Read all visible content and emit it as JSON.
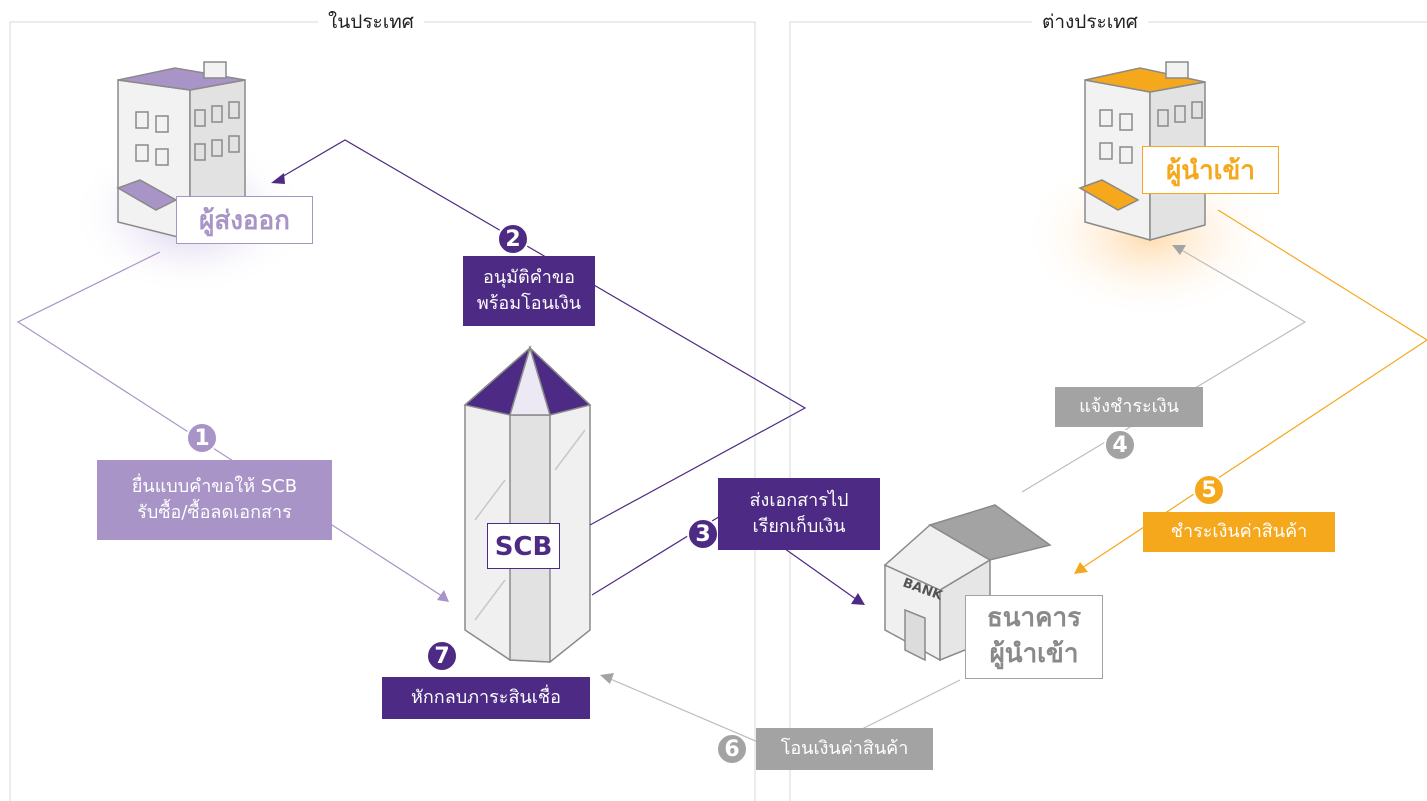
{
  "regions": {
    "domestic": "ในประเทศ",
    "overseas": "ต่างประเทศ"
  },
  "actors": {
    "exporter": "ผู้ส่งออก",
    "importer": "ผู้นำเข้า",
    "scb": "SCB",
    "importer_bank_line1": "ธนาคาร",
    "importer_bank_line2": "ผู้นำเข้า",
    "bank_sign": "BANK"
  },
  "steps": [
    {
      "num": "1",
      "line1": "ยื่นแบบคำขอให้ SCB",
      "line2": "รับซื้อ/ซื้อลดเอกสาร"
    },
    {
      "num": "2",
      "line1": "อนุมัติคำขอ",
      "line2": "พร้อมโอนเงิน"
    },
    {
      "num": "3",
      "line1": "ส่งเอกสารไป",
      "line2": "เรียกเก็บเงิน"
    },
    {
      "num": "4",
      "line1": "แจ้งชำระเงิน"
    },
    {
      "num": "5",
      "line1": "ชำระเงินค่าสินค้า"
    },
    {
      "num": "6",
      "line1": "โอนเงินค่าสินค้า"
    },
    {
      "num": "7",
      "line1": "หักกลบภาระสินเชื่อ"
    }
  ],
  "colors": {
    "scb_purple": "#4d2a84",
    "exporter_lavender": "#a894c7",
    "importer_amber": "#f5a81c",
    "neutral_grey": "#a3a3a3"
  }
}
